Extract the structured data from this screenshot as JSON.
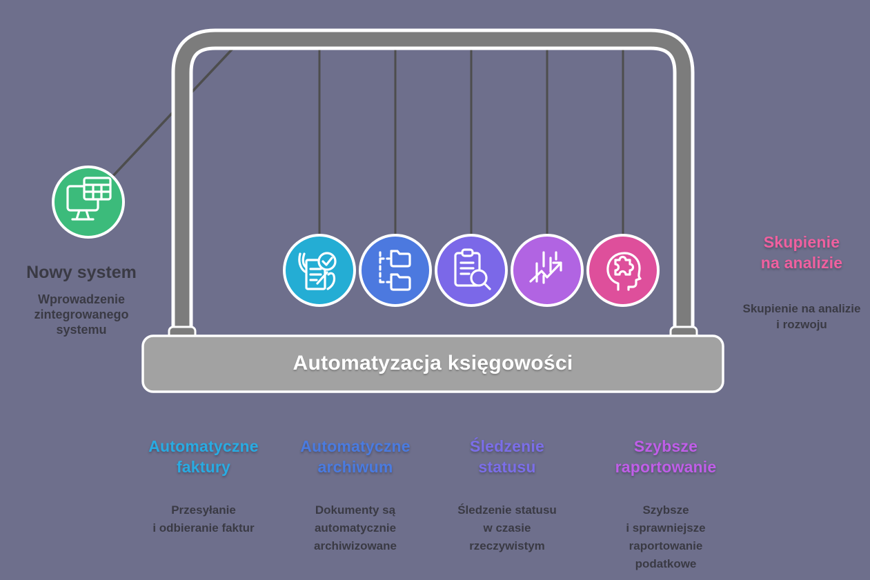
{
  "page": {
    "background": "#6E6F8C"
  },
  "graphic": {
    "frame_color": "#7C7C7C",
    "frame_highlight": "#FFFFFF",
    "string_color": "#4D4D4D",
    "base_color": "#A2A2A2",
    "base_label": "Automatyzacja księgowości",
    "base_label_color": "#FFFFFF"
  },
  "text_dark": "#3A3A44",
  "source_ball": {
    "color": "#3CBB7B",
    "icon": "monitor-spreadsheet-icon",
    "title": "Nowy system",
    "description": "Wprowadzenie\nzintegrowanego\nsystemu"
  },
  "balls": [
    {
      "color": "#24ADD4",
      "icon": "invoice-check-icon"
    },
    {
      "color": "#4C79DF",
      "icon": "folder-tree-icon"
    },
    {
      "color": "#7B68E8",
      "icon": "clipboard-search-icon"
    },
    {
      "color": "#B164E2",
      "icon": "chart-growth-icon"
    },
    {
      "color": "#DE4F9B",
      "icon": "head-puzzle-icon"
    }
  ],
  "features": [
    {
      "title": "Automatyczne\nfaktury",
      "color": "#29ABE2",
      "description": "Przesyłanie\ni odbieranie faktur"
    },
    {
      "title": "Automatyczne\narchiwum",
      "color": "#4A7BE0",
      "description": "Dokumenty są\nautomatycznie\narchiwizowane"
    },
    {
      "title": "Śledzenie\nstatusu",
      "color": "#7B6EE8",
      "description": "Śledzenie statusu\nw czasie\nrzeczywistym"
    },
    {
      "title": "Szybsze\nraportowanie",
      "color": "#C05EE8",
      "description": "Szybsze\ni sprawniejsze\nraportowanie\npodatkowe"
    }
  ],
  "outcome": {
    "color": "#F0609F",
    "title": "Skupienie\nna analizie",
    "description": "Skupienie na analizie\ni rozwoju"
  }
}
